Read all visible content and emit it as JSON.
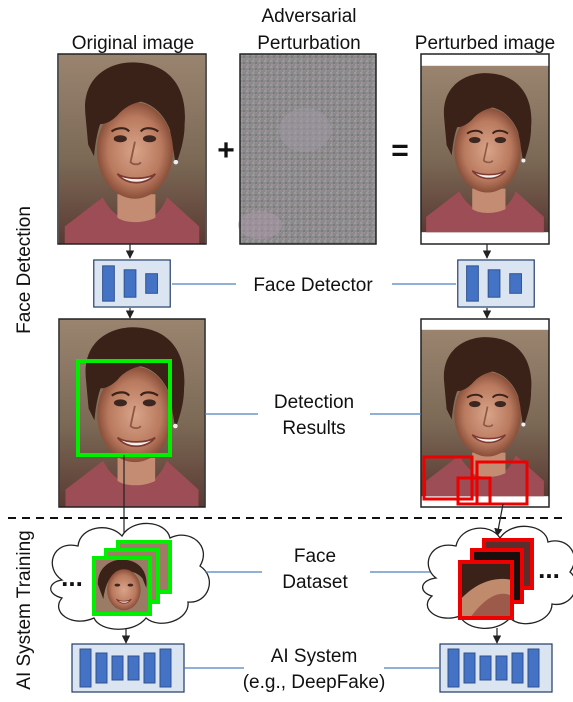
{
  "columns": {
    "original_title": "Original image",
    "perturbation_title_line1": "Adversarial",
    "perturbation_title_line2": "Perturbation",
    "perturbed_title": "Perturbed image"
  },
  "operators": {
    "plus": "+",
    "equals": "="
  },
  "stages": {
    "detector_label": "Face Detector",
    "results_line1": "Detection",
    "results_line2": "Results",
    "dataset_line1": "Face",
    "dataset_line2": "Dataset",
    "ai_line1": "AI System",
    "ai_line2": "(e.g., DeepFake)"
  },
  "sections": {
    "top": "Face Detection",
    "bottom": "AI System Training"
  },
  "ellipsis": "...",
  "colors": {
    "network_block": "#4472c4",
    "network_background": "#dbe5f1",
    "correct_detection": "#00ee00",
    "wrong_detection": "#ee0000",
    "connector": "#4f81bd",
    "perturbation_noise": "#8a8a8a"
  }
}
